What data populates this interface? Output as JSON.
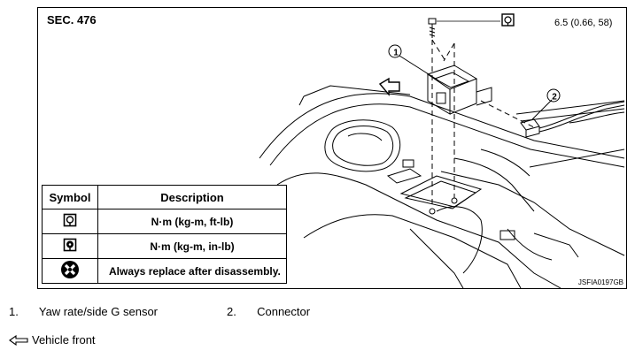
{
  "section": "SEC. 476",
  "torque": "6.5 (0.66, 58)",
  "code": "JSFIA0197GB",
  "callouts": [
    "1",
    "2"
  ],
  "table": {
    "headers": [
      "Symbol",
      "Description"
    ],
    "rows": [
      {
        "icon": "torque-ftlb-icon",
        "description": "N·m (kg-m, ft-lb)"
      },
      {
        "icon": "torque-inlb-icon",
        "description": "N·m (kg-m, in-lb)"
      },
      {
        "icon": "replace-after-disassembly-icon",
        "description": "Always replace after disassembly."
      }
    ]
  },
  "legend": [
    {
      "num": "1.",
      "label": "Yaw rate/side G sensor"
    },
    {
      "num": "2.",
      "label": "Connector"
    }
  ],
  "front_label": "Vehicle front"
}
